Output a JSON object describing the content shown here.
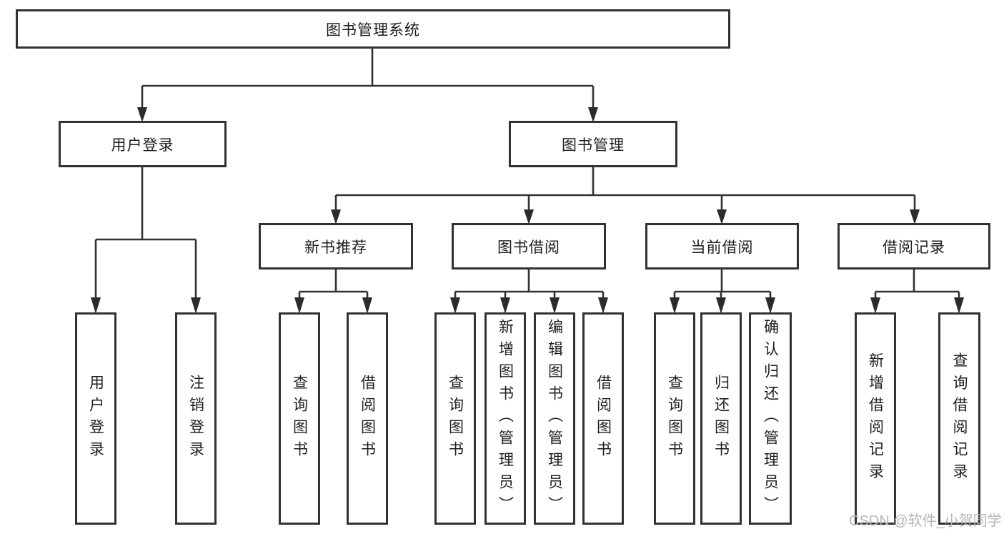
{
  "colors": {
    "background": "#ffffff",
    "line": "#323232",
    "box_border": "#323232",
    "text": "#1d1d1f",
    "watermark": "#b5b5b5"
  },
  "diagram": {
    "title": "图书管理系统",
    "branches": [
      {
        "label": "用户登录",
        "children": [
          "用户登录",
          "注销登录"
        ]
      },
      {
        "label": "图书管理",
        "sections": [
          {
            "label": "新书推荐",
            "children": [
              "查询图书",
              "借阅图书"
            ]
          },
          {
            "label": "图书借阅",
            "children": [
              "查询图书",
              "新增图书（管理员）",
              "编辑图书（管理员）",
              "借阅图书"
            ]
          },
          {
            "label": "当前借阅",
            "children": [
              "查询图书",
              "归还图书",
              "确认归还（管理员）"
            ]
          },
          {
            "label": "借阅记录",
            "children": [
              "新增借阅记录",
              "查询借阅记录"
            ]
          }
        ]
      }
    ]
  },
  "watermark": "CSDN @软件_小贺同学"
}
